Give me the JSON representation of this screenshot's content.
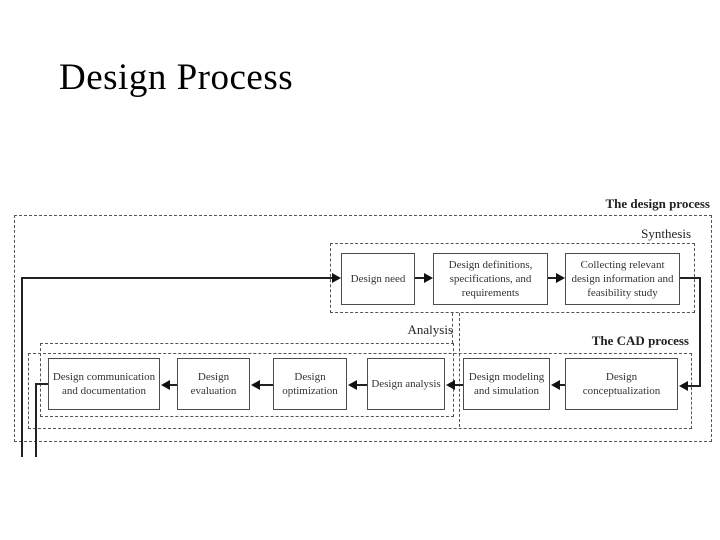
{
  "slide": {
    "title": "Design Process"
  },
  "colors": {
    "background": "#ffffff",
    "diagram_line": "#222222",
    "box_text": "#333333"
  },
  "diagram": {
    "regions": {
      "design_process": {
        "label": "The design process"
      },
      "synthesis": {
        "label": "Synthesis"
      },
      "analysis": {
        "label": "Analysis"
      },
      "cad_process": {
        "label": "The CAD process"
      }
    },
    "synthesis_row": [
      {
        "label": "Design need"
      },
      {
        "label": "Design definitions, specifications, and requirements"
      },
      {
        "label": "Collecting relevant design information and feasibility study"
      }
    ],
    "cad_row": [
      {
        "label": "Design communication and documentation"
      },
      {
        "label": "Design evaluation"
      },
      {
        "label": "Design optimization"
      },
      {
        "label": "Design analysis"
      },
      {
        "label": "Design modeling and simulation"
      },
      {
        "label": "Design conceptualization"
      }
    ]
  }
}
